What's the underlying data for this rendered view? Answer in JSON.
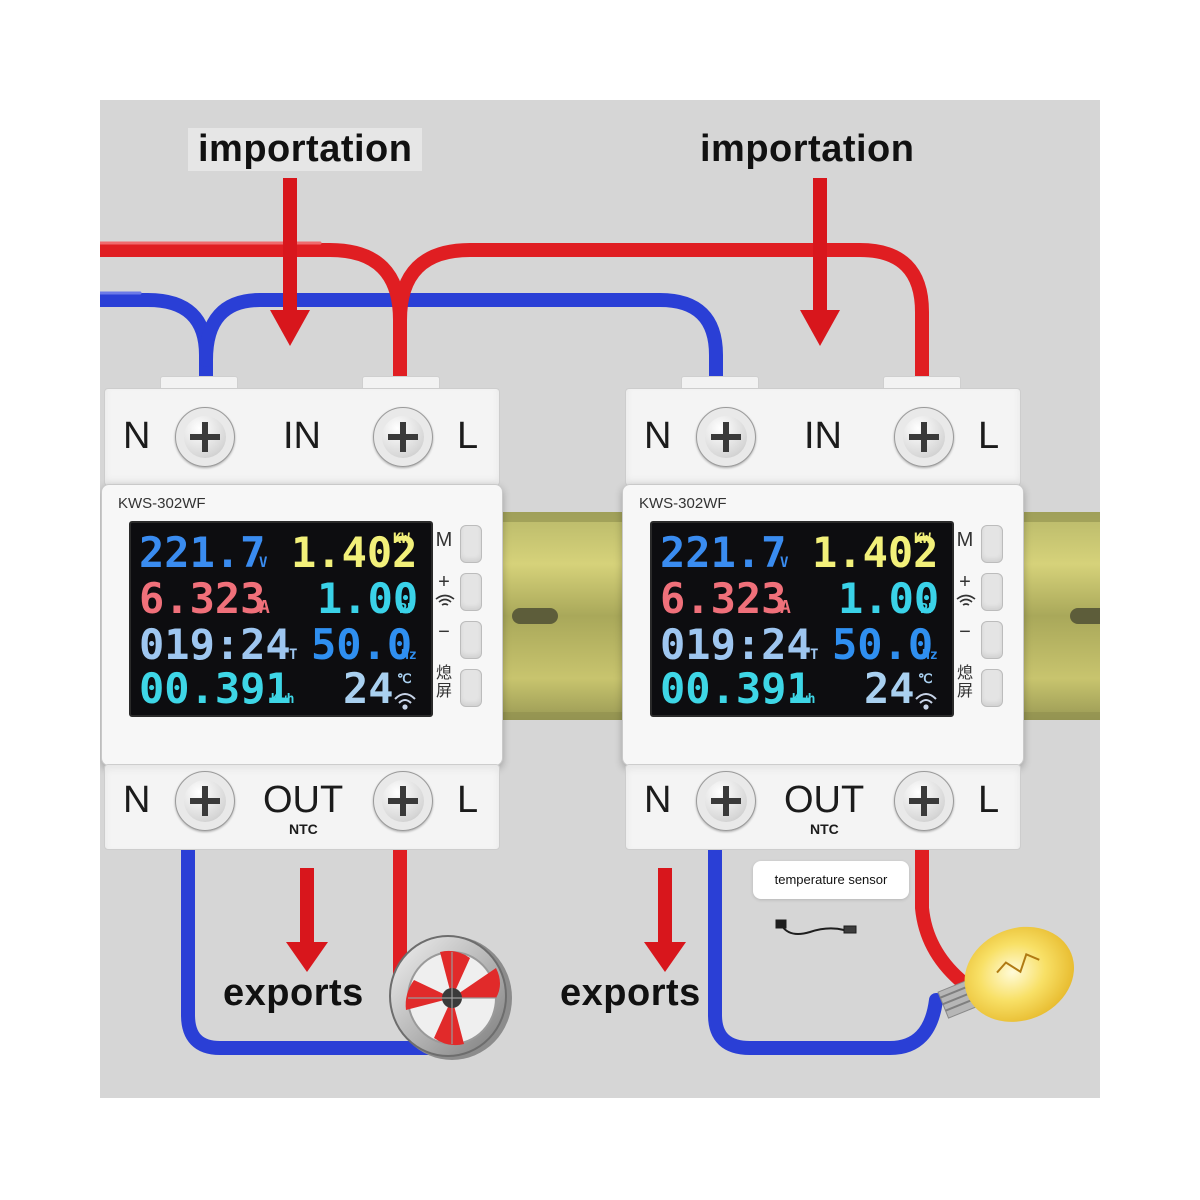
{
  "labels": {
    "import_left": "importation",
    "import_right": "importation",
    "export_left": "exports",
    "export_right": "exports",
    "sensor": "temperature sensor"
  },
  "colors": {
    "live_wire": "#e01e22",
    "neutral_wire": "#2a3fd6",
    "arrow": "#d8161c",
    "background": "#d6d6d6",
    "din_rail": "#c2c266"
  },
  "devices": [
    {
      "model": "KWS-302WF",
      "top_terminals": {
        "n": "N",
        "name": "IN",
        "l": "L"
      },
      "bottom_terminals": {
        "n": "N",
        "name": "OUT",
        "sub": "NTC",
        "l": "L"
      },
      "buttons": {
        "m": "M",
        "plus": "+",
        "minus": "−",
        "off": "熄屏"
      },
      "display": {
        "voltage": "221.7",
        "voltage_unit": "V",
        "power": "1.402",
        "power_unit": "KW",
        "current": "6.323",
        "current_unit": "A",
        "pf": "1.00",
        "pf_unit": "PF",
        "time": "019:24",
        "time_unit": "T",
        "freq": "50.0",
        "freq_unit": "Hz",
        "energy": "00.391",
        "energy_unit": "Kwh",
        "temp": "24",
        "temp_unit": "℃"
      },
      "load": "fan-icon"
    },
    {
      "model": "KWS-302WF",
      "top_terminals": {
        "n": "N",
        "name": "IN",
        "l": "L"
      },
      "bottom_terminals": {
        "n": "N",
        "name": "OUT",
        "sub": "NTC",
        "l": "L"
      },
      "buttons": {
        "m": "M",
        "plus": "+",
        "minus": "−",
        "off": "熄屏"
      },
      "display": {
        "voltage": "221.7",
        "voltage_unit": "V",
        "power": "1.402",
        "power_unit": "KW",
        "current": "6.323",
        "current_unit": "A",
        "pf": "1.00",
        "pf_unit": "PF",
        "time": "019:24",
        "time_unit": "T",
        "freq": "50.0",
        "freq_unit": "Hz",
        "energy": "00.391",
        "energy_unit": "Kwh",
        "temp": "24",
        "temp_unit": "℃"
      },
      "load": "light-bulb-icon"
    }
  ]
}
